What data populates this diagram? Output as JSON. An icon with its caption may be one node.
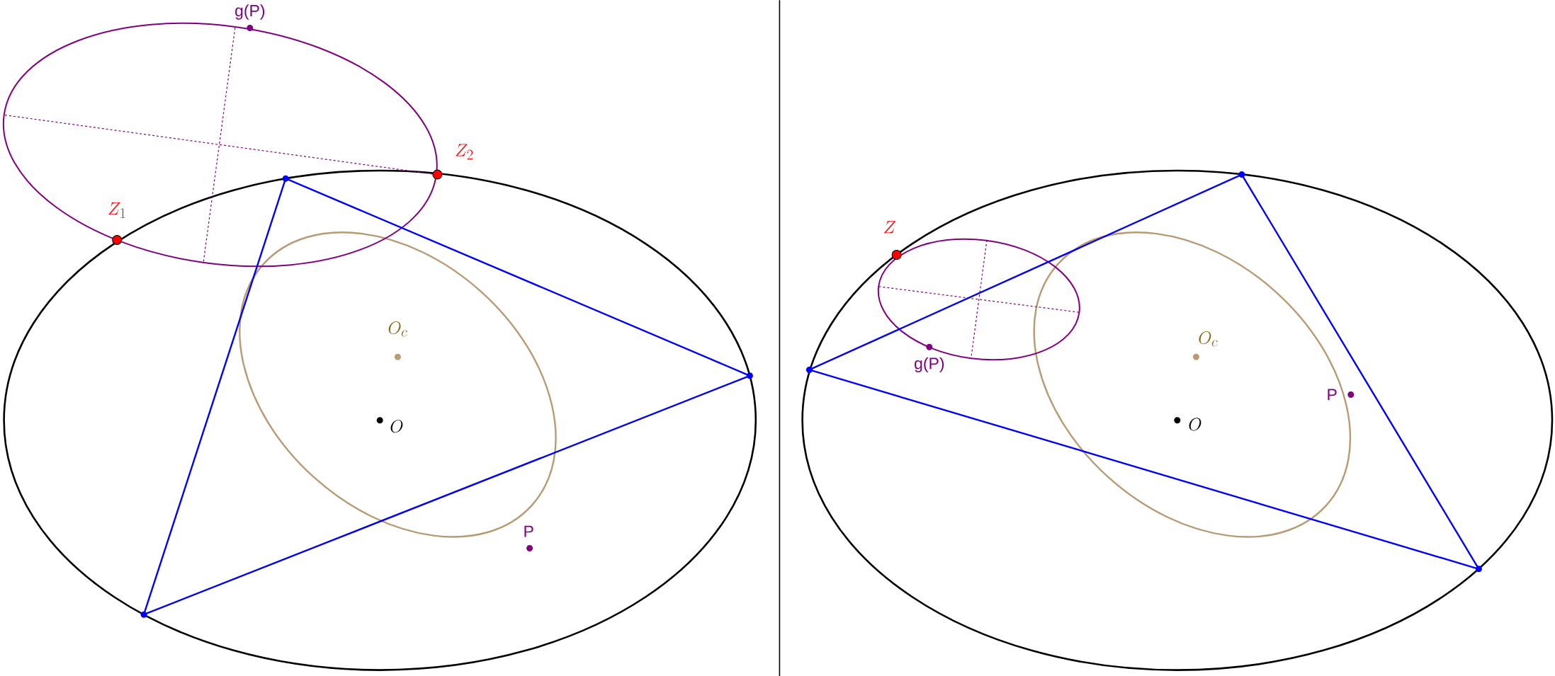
{
  "diagram": {
    "labels": [
      "g(P)",
      "Z_2",
      "Z_1",
      "O_c",
      "O",
      "P",
      "Z",
      "O_c",
      "g(P)",
      "P",
      "O"
    ]
  }
}
